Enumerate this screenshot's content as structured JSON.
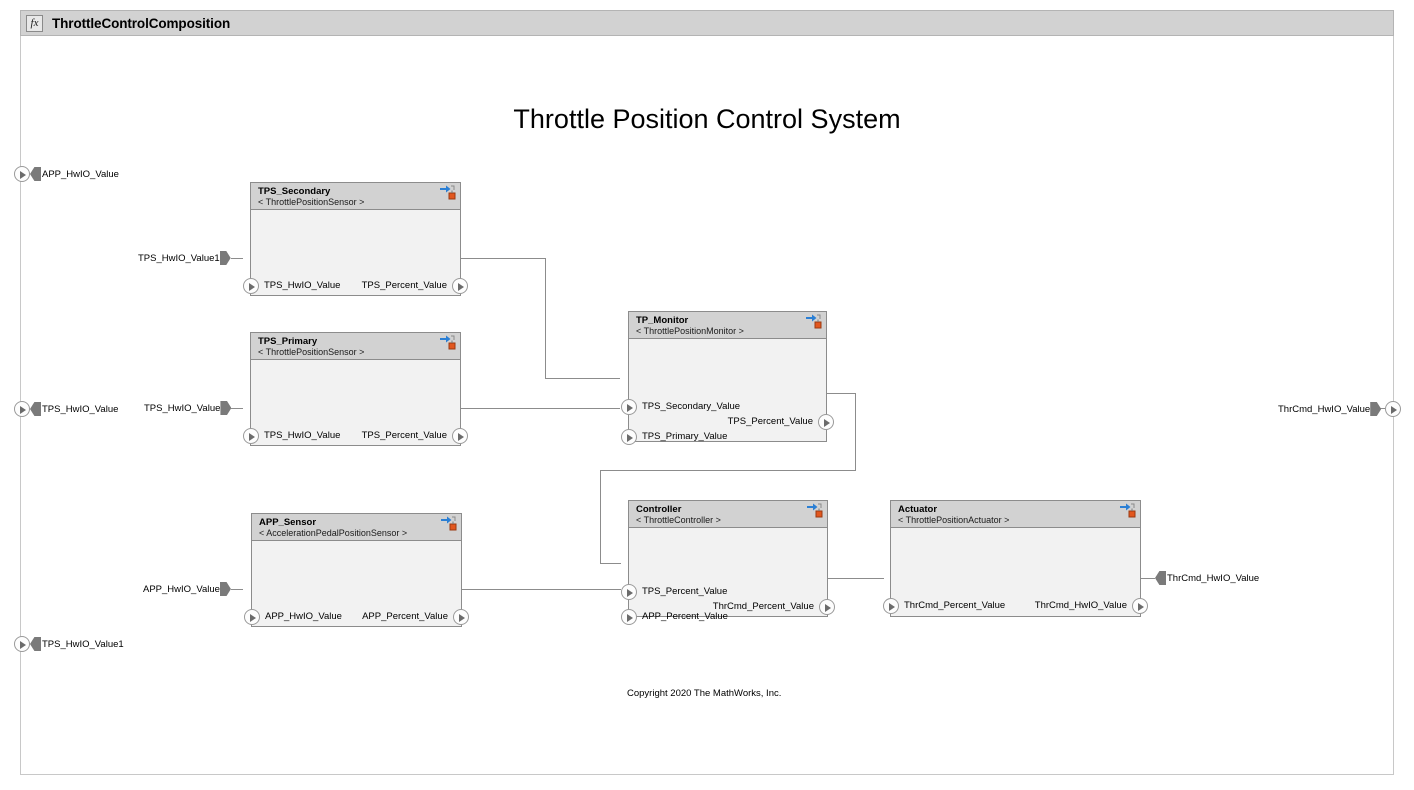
{
  "window": {
    "title": "ThrottleControlComposition",
    "icon": "fx-icon"
  },
  "annotations": {
    "diagram_title": "Throttle Position Control System",
    "copyright": "Copyright 2020 The MathWorks, Inc."
  },
  "components": [
    {
      "id": "tps_secondary",
      "name": "TPS_Secondary",
      "stereotype": "< ThrottlePositionSensor >",
      "badge": "reference-model-badge",
      "inputs": [
        "TPS_HwIO_Value"
      ],
      "outputs": [
        "TPS_Percent_Value"
      ]
    },
    {
      "id": "tps_primary",
      "name": "TPS_Primary",
      "stereotype": "< ThrottlePositionSensor >",
      "badge": "reference-model-badge",
      "inputs": [
        "TPS_HwIO_Value"
      ],
      "outputs": [
        "TPS_Percent_Value"
      ]
    },
    {
      "id": "app_sensor",
      "name": "APP_Sensor",
      "stereotype": "< AccelerationPedalPositionSensor >",
      "badge": "reference-model-badge",
      "inputs": [
        "APP_HwIO_Value"
      ],
      "outputs": [
        "APP_Percent_Value"
      ]
    },
    {
      "id": "tp_monitor",
      "name": "TP_Monitor",
      "stereotype": "< ThrottlePositionMonitor >",
      "badge": "reference-model-badge",
      "inputs": [
        "TPS_Secondary_Value",
        "TPS_Primary_Value"
      ],
      "outputs": [
        "TPS_Percent_Value"
      ]
    },
    {
      "id": "controller",
      "name": "Controller",
      "stereotype": "< ThrottleController >",
      "badge": "reference-model-badge",
      "inputs": [
        "TPS_Percent_Value",
        "APP_Percent_Value"
      ],
      "outputs": [
        "ThrCmd_Percent_Value"
      ]
    },
    {
      "id": "actuator",
      "name": "Actuator",
      "stereotype": "< ThrottlePositionActuator >",
      "badge": "reference-model-badge",
      "inputs": [
        "ThrCmd_Percent_Value"
      ],
      "outputs": [
        "ThrCmd_HwIO_Value"
      ]
    }
  ],
  "root_ports": [
    {
      "id": "root_app_hwio",
      "label": "APP_HwIO_Value",
      "side": "left",
      "direction": "in"
    },
    {
      "id": "root_tps_hwio",
      "label": "TPS_HwIO_Value",
      "side": "left",
      "direction": "in"
    },
    {
      "id": "root_tps_hwio1",
      "label": "TPS_HwIO_Value1",
      "side": "left",
      "direction": "in"
    },
    {
      "id": "root_thrcmd",
      "label": "ThrCmd_HwIO_Value",
      "side": "right",
      "direction": "out"
    }
  ],
  "signal_tags": [
    {
      "id": "tag_tps_hwio_value1",
      "label": "TPS_HwIO_Value1",
      "type": "from",
      "target": "tps_secondary"
    },
    {
      "id": "tag_tps_hwio_value",
      "label": "TPS_HwIO_Value",
      "type": "from",
      "target": "tps_primary"
    },
    {
      "id": "tag_app_hwio_value",
      "label": "APP_HwIO_Value",
      "type": "from",
      "target": "app_sensor"
    },
    {
      "id": "tag_thrcmd_hwio",
      "label": "ThrCmd_HwIO_Value",
      "type": "goto",
      "source": "actuator"
    }
  ],
  "colors": {
    "header_gray": "#d2d2d2",
    "body_gray": "#f2f2f2",
    "border_gray": "#8c8c8c",
    "wire_gray": "#8c8c8c",
    "badge_blue": "#2b7fd4",
    "badge_orange": "#e2571e"
  }
}
